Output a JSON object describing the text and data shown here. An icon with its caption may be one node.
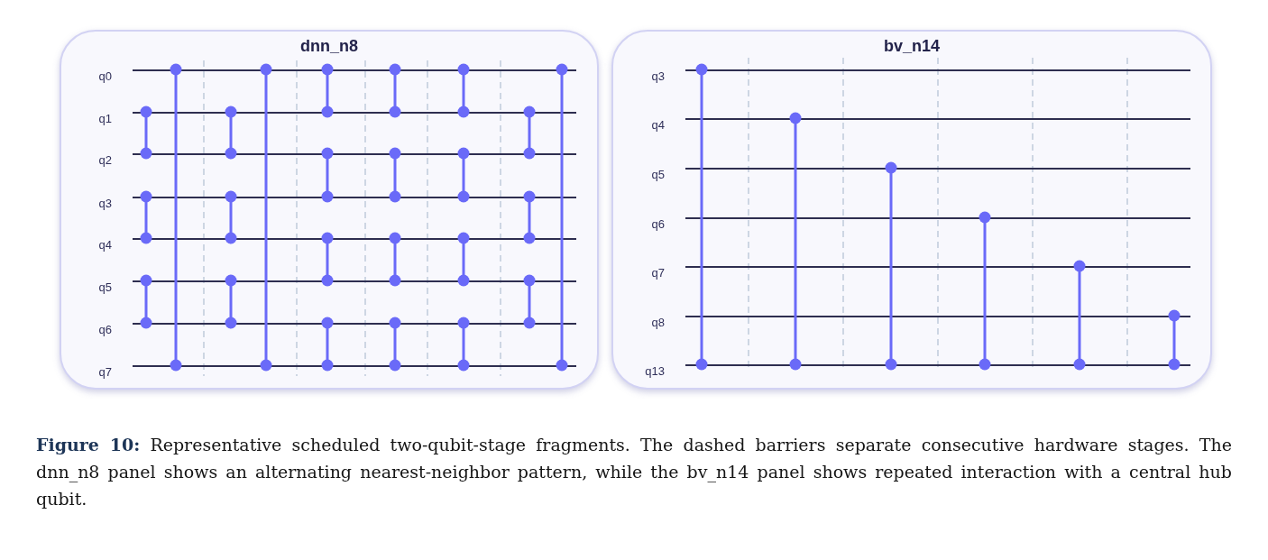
{
  "diagram": {
    "caption": "**Figure 10:** Representative scheduled two-qubit-stage fragments. The dashed barriers separate consecutive hardware stages. The dnn_n8 panel shows an alternating nearest-neighbor pattern, while the bv_n14 panel shows repeated interaction with a central hub qubit.",
    "nodes": [
      {
        "text": [
          "dnn_n8"
        ]
      },
      {
        "text": [
          "q0"
        ],
        "in": 0
      },
      {
        "text": [
          "q1"
        ],
        "in": 0
      },
      {
        "text": [
          "q2"
        ],
        "in": 0
      },
      {
        "text": [
          "q3"
        ],
        "in": 0
      },
      {
        "text": [
          "q4"
        ],
        "in": 0
      },
      {
        "text": [
          "q5"
        ],
        "in": 0
      },
      {
        "text": [
          "q6"
        ],
        "in": 0
      },
      {
        "text": [
          "q7"
        ],
        "in": 0
      },
      {
        "text": [
          "bv_n14"
        ]
      },
      {
        "text": [
          "q3"
        ],
        "in": 9
      },
      {
        "text": [
          "q4"
        ],
        "in": 9
      },
      {
        "text": [
          "q5"
        ],
        "in": 9
      },
      {
        "text": [
          "q6"
        ],
        "in": 9
      },
      {
        "text": [
          "q7"
        ],
        "in": 9
      },
      {
        "text": [
          "q8"
        ],
        "in": 9
      },
      {
        "text": [
          "q13"
        ],
        "in": 9
      }
    ],
    "edges": [
      {
        "from": 2,
        "to": 3,
        "arrow": "other"
      },
      {
        "from": 4,
        "to": 5,
        "arrow": "other"
      },
      {
        "from": 6,
        "to": 7,
        "arrow": "other"
      },
      {
        "from": 1,
        "to": 8,
        "arrow": "other"
      },
      {
        "from": 2,
        "to": 3,
        "arrow": "other"
      },
      {
        "from": 4,
        "to": 5,
        "arrow": "other"
      },
      {
        "from": 6,
        "to": 7,
        "arrow": "other"
      },
      {
        "from": 1,
        "to": 8,
        "arrow": "other"
      },
      {
        "from": 1,
        "to": 2,
        "arrow": "other"
      },
      {
        "from": 3,
        "to": 4,
        "arrow": "other"
      },
      {
        "from": 5,
        "to": 6,
        "arrow": "other"
      },
      {
        "from": 7,
        "to": 8,
        "arrow": "other"
      },
      {
        "from": 1,
        "to": 2,
        "arrow": "other"
      },
      {
        "from": 3,
        "to": 4,
        "arrow": "other"
      },
      {
        "from": 5,
        "to": 6,
        "arrow": "other"
      },
      {
        "from": 7,
        "to": 8,
        "arrow": "other"
      },
      {
        "from": 1,
        "to": 2,
        "arrow": "other"
      },
      {
        "from": 3,
        "to": 4,
        "arrow": "other"
      },
      {
        "from": 5,
        "to": 6,
        "arrow": "other"
      },
      {
        "from": 7,
        "to": 8,
        "arrow": "other"
      },
      {
        "from": 2,
        "to": 3,
        "arrow": "other"
      },
      {
        "from": 4,
        "to": 5,
        "arrow": "other"
      },
      {
        "from": 6,
        "to": 7,
        "arrow": "other"
      },
      {
        "from": 1,
        "to": 8,
        "arrow": "other"
      },
      {
        "from": 10,
        "to": 16,
        "arrow": "other"
      },
      {
        "from": 11,
        "to": 16,
        "arrow": "other"
      },
      {
        "from": 12,
        "to": 16,
        "arrow": "other"
      },
      {
        "from": 13,
        "to": 16,
        "arrow": "other"
      },
      {
        "from": 14,
        "to": 16,
        "arrow": "other"
      },
      {
        "from": 15,
        "to": 16,
        "arrow": "other"
      }
    ]
  }
}
